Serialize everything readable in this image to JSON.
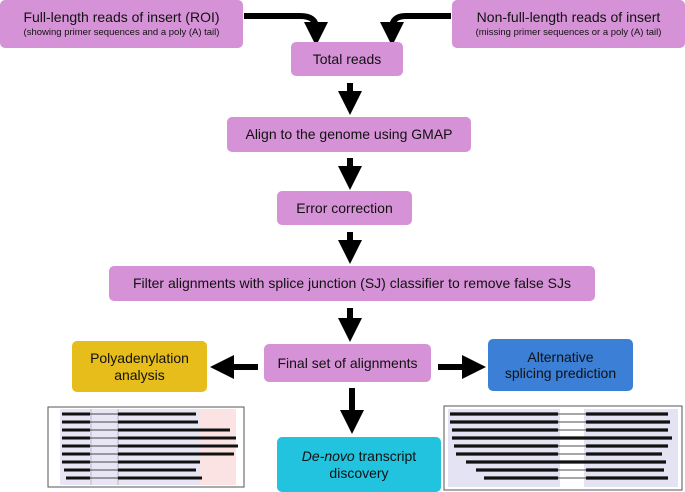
{
  "nodes": {
    "roi": {
      "title": "Full-length reads of insert (ROI)",
      "subtitle": "(showing primer sequences and a poly (A) tail)"
    },
    "nonfull": {
      "title": "Non-full-length reads of insert",
      "subtitle": "(missing primer sequences or a poly (A) tail)"
    },
    "total": {
      "label": "Total reads"
    },
    "align": {
      "label": "Align to the genome using GMAP"
    },
    "error": {
      "label": "Error correction"
    },
    "filter": {
      "label": "Filter alignments with splice junction (SJ) classifier to remove false SJs"
    },
    "final": {
      "label": "Final set of alignments"
    },
    "poly": {
      "line1": "Polyadenylation",
      "line2": "analysis"
    },
    "alt": {
      "line1": "Alternative",
      "line2": "splicing prediction"
    },
    "denovo": {
      "italic": "De-novo",
      "rest": " transcript",
      "line2": "discovery"
    }
  },
  "colors": {
    "process": "#d692d6",
    "polyadenylation": "#e6bd1a",
    "alternative_splicing": "#3b7fd6",
    "de_novo": "#21c3de",
    "arrow": "#000000"
  },
  "illustrations": {
    "polyadenylation_reads": {
      "description_icon": "read-alignment-pileup-icon",
      "highlight_colors": [
        "#e8e6f5",
        "#fbe3e3"
      ]
    },
    "splicing_reads": {
      "description_icon": "read-alignment-pileup-icon",
      "highlight_colors": [
        "#e4e3f3"
      ]
    }
  }
}
